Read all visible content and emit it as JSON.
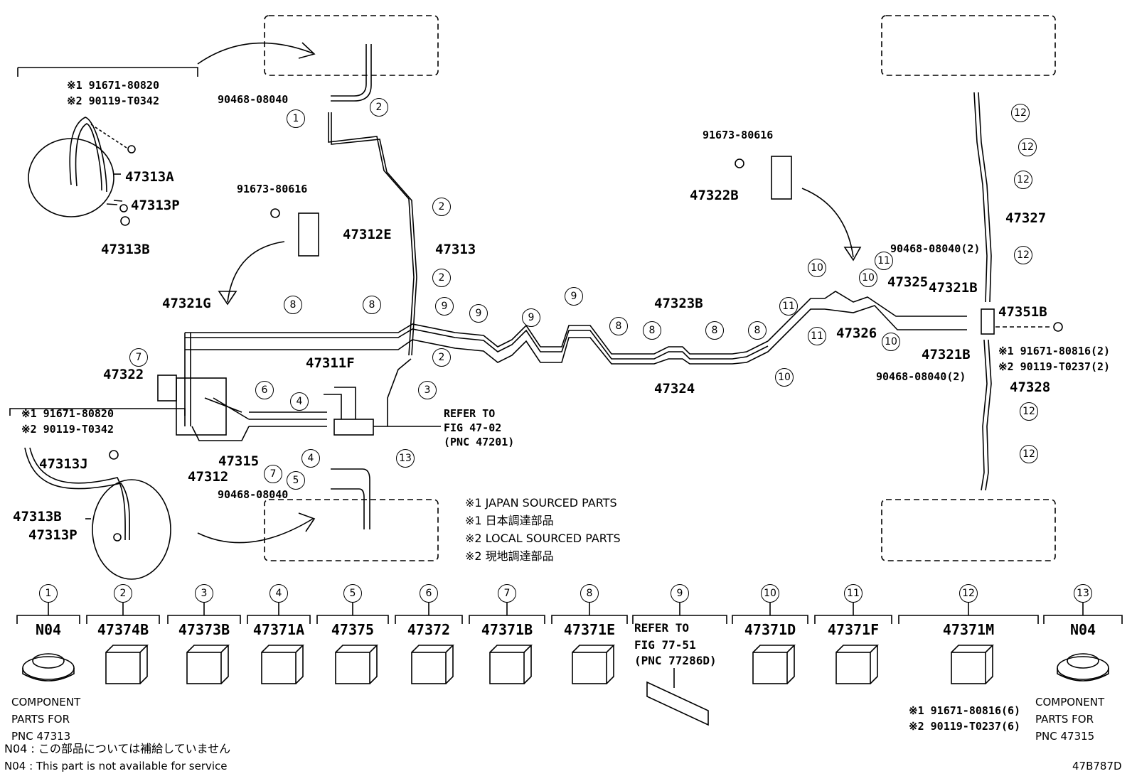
{
  "figure_id": "47B787D",
  "part_labels": {
    "p47313A": "47313A",
    "p47313P_top": "47313P",
    "p47313B_top": "47313B",
    "p47312E": "47312E",
    "p47313": "47313",
    "p47321G": "47321G",
    "p47322": "47322",
    "p47311F": "47311F",
    "p47315": "47315",
    "p47312": "47312",
    "p47313J": "47313J",
    "p47313B_bot": "47313B",
    "p47313P_bot": "47313P",
    "p47322B": "47322B",
    "p47323B": "47323B",
    "p47324": "47324",
    "p47326": "47326",
    "p47325": "47325",
    "p47321B_top": "47321B",
    "p47321B_bot": "47321B",
    "p47351B": "47351B",
    "p47327": "47327",
    "p47328": "47328"
  },
  "fastener_labels": {
    "top_left_1": "※1 91671-80820",
    "top_left_2": "※2 90119-T0342",
    "bot_left_1": "※1 91671-80820",
    "bot_left_2": "※2 90119-T0342",
    "clip_top": "90468-08040",
    "clip_bot": "90468-08040",
    "bracket_left": "91673-80616",
    "bracket_right": "91673-80616",
    "clip_right_top": "90468-08040(2)",
    "clip_right_bot": "90468-08040(2)",
    "bolt_right_1": "※1 91671-80816(2)",
    "bolt_right_2": "※2 90119-T0237(2)"
  },
  "refer": {
    "line1": "REFER TO",
    "line2": "FIG 47-02",
    "line3": "(PNC 47201)"
  },
  "legend": {
    "l1": "※1 JAPAN SOURCED PARTS",
    "l2": "※1 日本調達部品",
    "l3": "※2 LOCAL SOURCED PARTS",
    "l4": "※2 現地調達部品"
  },
  "callouts": {
    "c1": "1",
    "c2a": "2",
    "c2b": "2",
    "c2c": "2",
    "c2d": "2",
    "c3": "3",
    "c4a": "4",
    "c4b": "4",
    "c5": "5",
    "c6": "6",
    "c7a": "7",
    "c7b": "7",
    "c8a": "8",
    "c8b": "8",
    "c8c": "8",
    "c8d": "8",
    "c8e": "8",
    "c8f": "8",
    "c9a": "9",
    "c9b": "9",
    "c9c": "9",
    "c9d": "9",
    "c10a": "10",
    "c10b": "10",
    "c10c": "10",
    "c10d": "10",
    "c11a": "11",
    "c11b": "11",
    "c11c": "11",
    "c12a": "12",
    "c12b": "12",
    "c12c": "12",
    "c12d": "12",
    "c12e": "12",
    "c12f": "12",
    "c13": "13"
  },
  "parts_table": [
    {
      "num": "1",
      "part": "N04",
      "desc": [
        "COMPONENT",
        "PARTS FOR",
        "PNC 47313"
      ]
    },
    {
      "num": "2",
      "part": "47374B"
    },
    {
      "num": "3",
      "part": "47373B"
    },
    {
      "num": "4",
      "part": "47371A"
    },
    {
      "num": "5",
      "part": "47375"
    },
    {
      "num": "6",
      "part": "47372"
    },
    {
      "num": "7",
      "part": "47371B"
    },
    {
      "num": "8",
      "part": "47371E"
    },
    {
      "num": "9",
      "part": "REFER TO",
      "desc": [
        "FIG 77-51",
        "(PNC 77286D)"
      ]
    },
    {
      "num": "10",
      "part": "47371D"
    },
    {
      "num": "11",
      "part": "47371F"
    },
    {
      "num": "12",
      "part": "47371M",
      "desc": [
        "※1 91671-80816(6)",
        "※2 90119-T0237(6)"
      ]
    },
    {
      "num": "13",
      "part": "N04",
      "desc": [
        "COMPONENT",
        "PARTS FOR",
        "PNC 47315"
      ]
    }
  ],
  "footnotes": {
    "f1": "N04 : この部品については補給していません",
    "f2": "N04 : This part is not available for service"
  }
}
